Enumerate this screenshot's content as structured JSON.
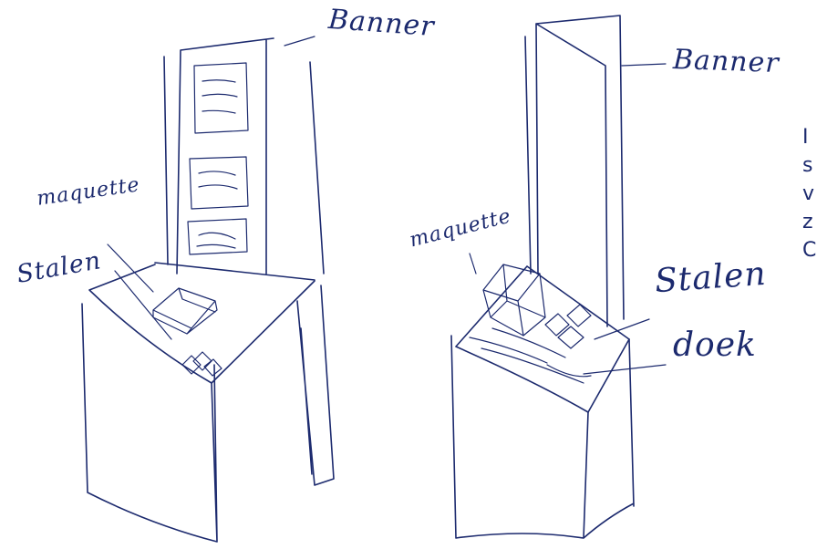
{
  "labels": {
    "banner_left": "Banner",
    "maquette_left": "maquette",
    "stalen_left": "Stalen",
    "banner_right": "Banner",
    "maquette_right": "maquette",
    "stalen_right": "Stalen",
    "doek_right": "doek"
  },
  "cut_off_text": [
    "I",
    "s",
    "v",
    "z",
    "C"
  ],
  "ink_color": "#1c2a6e"
}
